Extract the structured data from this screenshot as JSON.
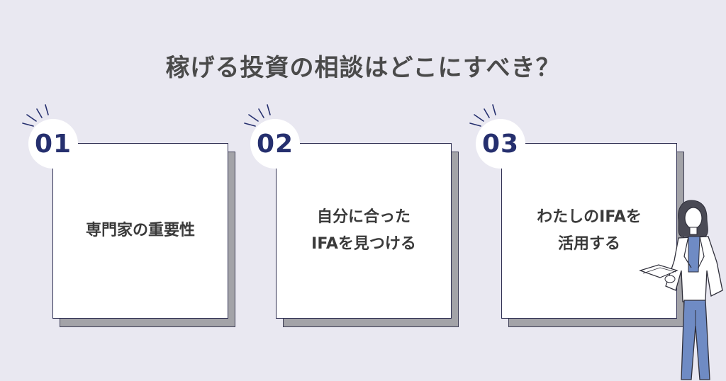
{
  "title": "稼げる投資の相談はどこにすべき？",
  "cards": [
    {
      "number": "01",
      "label": "専門家の重要性"
    },
    {
      "number": "02",
      "label": "自分に合った\nIFAを見つける"
    },
    {
      "number": "03",
      "label": "わたしのIFAを\n活用する"
    }
  ],
  "colors": {
    "background": "#e9e8f1",
    "number": "#252f6e",
    "card_border": "#2f2f52",
    "shadow": "#a3a3a8"
  },
  "icons": [
    "sparkle-icon",
    "businesswoman-illustration"
  ]
}
